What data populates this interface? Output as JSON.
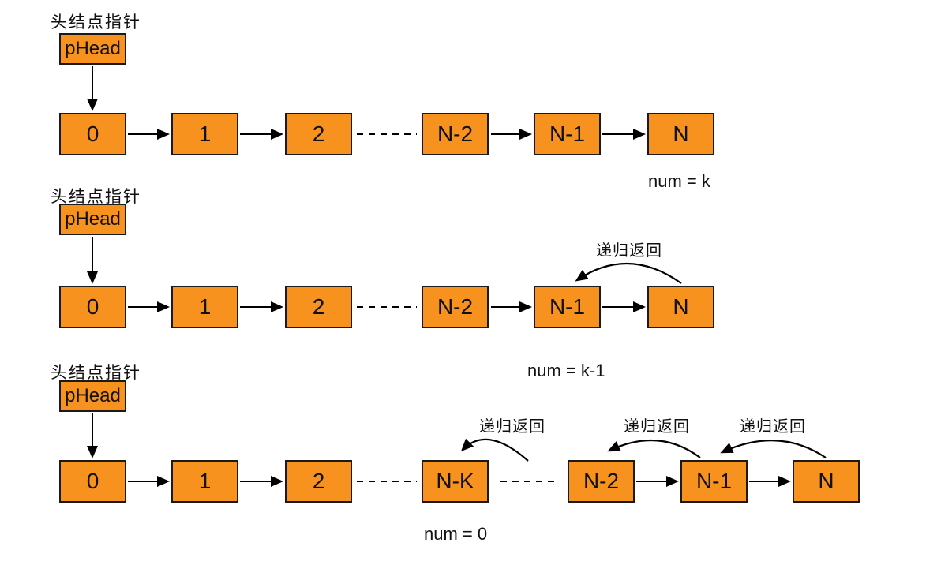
{
  "colors": {
    "node_fill": "#F7921E",
    "node_border": "#1a1a1a",
    "arrow": "#000000",
    "text": "#111111",
    "background": "#ffffff"
  },
  "rows": [
    {
      "head_pointer_label": "头结点指针",
      "head_box_label": "pHead",
      "nodes": [
        "0",
        "1",
        "2",
        "N-2",
        "N-1",
        "N"
      ],
      "counter_label": "num = k",
      "recursion_labels": []
    },
    {
      "head_pointer_label": "头结点指针",
      "head_box_label": "pHead",
      "nodes": [
        "0",
        "1",
        "2",
        "N-2",
        "N-1",
        "N"
      ],
      "counter_label": "num = k-1",
      "recursion_labels": [
        "递归返回"
      ]
    },
    {
      "head_pointer_label": "头结点指针",
      "head_box_label": "pHead",
      "nodes": [
        "0",
        "1",
        "2",
        "N-K",
        "N-2",
        "N-1",
        "N"
      ],
      "counter_label": "num = 0",
      "recursion_labels": [
        "递归返回",
        "递归返回",
        "递归返回"
      ]
    }
  ]
}
